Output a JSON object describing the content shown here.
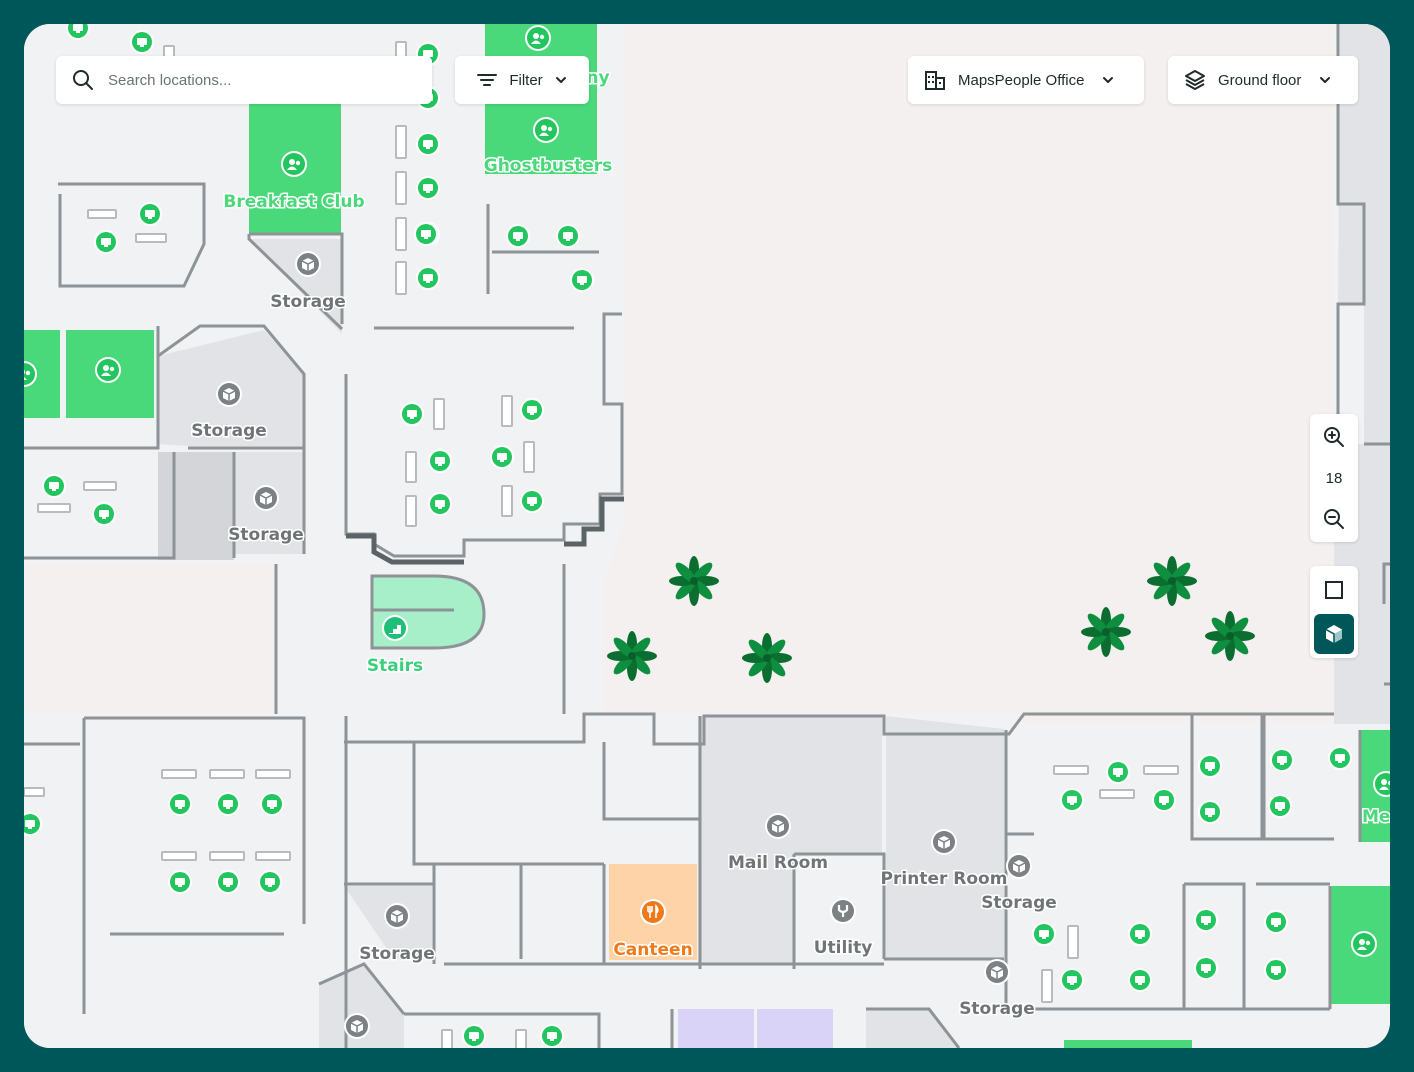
{
  "search": {
    "placeholder": "Search locations..."
  },
  "filter": {
    "label": "Filter"
  },
  "venue": {
    "label": "MapsPeople Office"
  },
  "floor": {
    "label": "Ground floor"
  },
  "zoom": {
    "level": "18"
  },
  "view_modes": [
    "2D",
    "3D"
  ],
  "active_view_mode": "3D",
  "colors": {
    "brand": "#00575a",
    "meeting_room": "#4ad97a",
    "canteen": "#ffd3a8",
    "canteen_text": "#f07a1a",
    "stairs": "#a6efc9",
    "plant": "#0b7a35",
    "room_label": "#6f7577"
  },
  "map_labels": {
    "breakfast_club": "Breakfast Club",
    "ghostbusters": "Ghostbusters",
    "partial_ny": "ny",
    "storage": "Storage",
    "stairs": "Stairs",
    "mail_room": "Mail Room",
    "printer_room": "Printer Room",
    "utility": "Utility",
    "canteen": "Canteen",
    "partial_me": "Me"
  }
}
